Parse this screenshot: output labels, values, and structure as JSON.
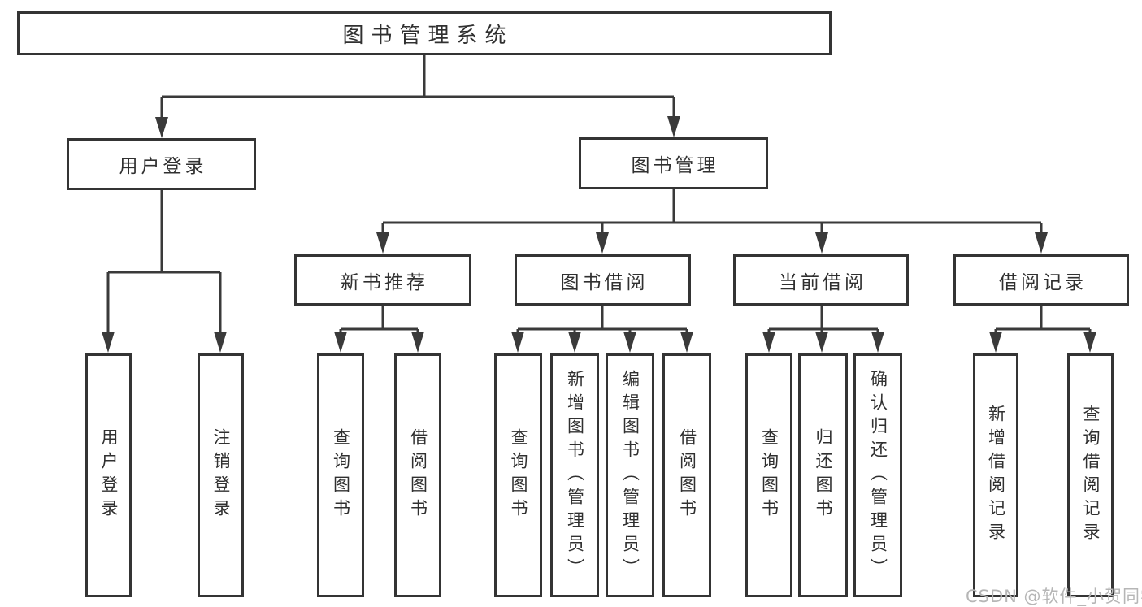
{
  "tree": {
    "label": "图书管理系统",
    "children": [
      {
        "label": "用户登录",
        "children": [
          {
            "label": "用户登录"
          },
          {
            "label": "注销登录"
          }
        ]
      },
      {
        "label": "图书管理",
        "children": [
          {
            "label": "新书推荐",
            "children": [
              {
                "label": "查询图书"
              },
              {
                "label": "借阅图书"
              }
            ]
          },
          {
            "label": "图书借阅",
            "children": [
              {
                "label": "查询图书"
              },
              {
                "label": "新增图书（管理员）"
              },
              {
                "label": "编辑图书（管理员）"
              },
              {
                "label": "借阅图书"
              }
            ]
          },
          {
            "label": "当前借阅",
            "children": [
              {
                "label": "查询图书"
              },
              {
                "label": "归还图书"
              },
              {
                "label": "确认归还（管理员）"
              }
            ]
          },
          {
            "label": "借阅记录",
            "children": [
              {
                "label": "新增借阅记录"
              },
              {
                "label": "查询借阅记录"
              }
            ]
          }
        ]
      }
    ]
  },
  "watermark": {
    "text": "CSDN @软件_小贺同学"
  },
  "colors": {
    "line": "#3a3a3a",
    "box_border": "#343434",
    "text": "#303030",
    "watermark": "#b6b6b6",
    "background": "#ffffff"
  }
}
